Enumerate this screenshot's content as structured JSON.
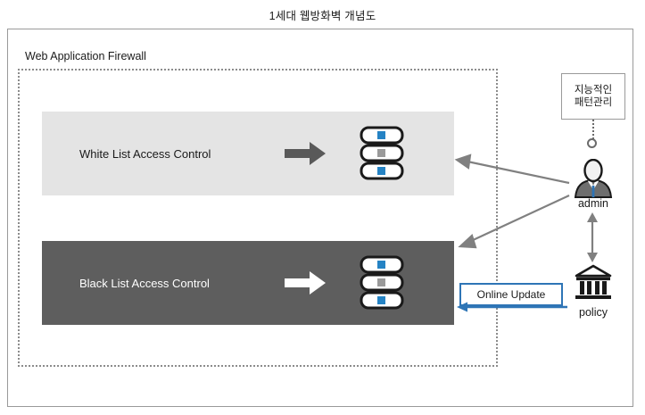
{
  "title": "1세대 웹방화벽 개념도",
  "firewall": {
    "label": "Web Application Firewall",
    "panels": [
      {
        "id": "white-list",
        "label": "White List Access Control",
        "background": "#e4e4e4",
        "text_color": "#1a1a1a",
        "arrow_color": "#595959",
        "arrow_icon": "right-arrow-icon",
        "server_icon": "server-stack-icon"
      },
      {
        "id": "black-list",
        "label": "Black List Access Control",
        "background": "#5e5e5e",
        "text_color": "#ffffff",
        "arrow_color": "#ffffff",
        "arrow_icon": "right-arrow-icon",
        "server_icon": "server-stack-icon"
      }
    ]
  },
  "right_column": {
    "pattern_box": {
      "line1": "지능적인",
      "line2": "패턴관리"
    },
    "admin": {
      "label": "admin",
      "icon": "admin-person-icon",
      "tie_color": "#2e75b6"
    },
    "policy": {
      "label": "policy",
      "icon": "bank-building-icon"
    }
  },
  "online_update": {
    "label": "Online Update",
    "border_color": "#2e75b6",
    "arrow_color": "#2e75b6"
  },
  "colors": {
    "frame": "#9a9a9a",
    "dotted": "#8c8c8c",
    "accent_blue": "#2e75b6",
    "server_blue": "#2583c4",
    "server_gray": "#9a9a9a",
    "connector_gray": "#808080"
  }
}
